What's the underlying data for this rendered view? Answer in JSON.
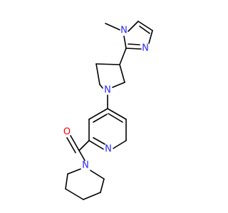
{
  "molecule": {
    "label_colors": {
      "N": "#2a2aff",
      "O": "#ff0000",
      "C": "#000000"
    },
    "atom_labels": [
      {
        "id": "n_methyl",
        "text": "N"
      },
      {
        "id": "n_imidazole",
        "text": "N"
      },
      {
        "id": "n_pyrrolidine",
        "text": "N"
      },
      {
        "id": "n_pyridine",
        "text": "N"
      },
      {
        "id": "n_piperidine",
        "text": "N"
      },
      {
        "id": "o_carbonyl",
        "text": "O"
      }
    ]
  }
}
